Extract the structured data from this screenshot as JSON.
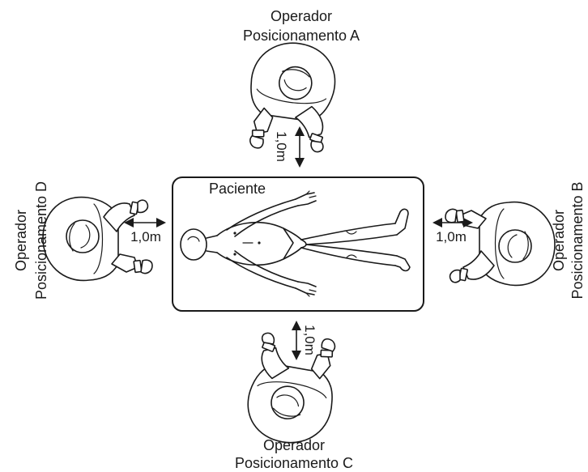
{
  "patient": {
    "label": "Paciente"
  },
  "operators": {
    "a": {
      "line1": "Operador",
      "line2": "Posicionamento A",
      "distance": "1,0m"
    },
    "b": {
      "line1": "Operador",
      "line2": "Posicionamento B",
      "distance": "1,0m"
    },
    "c": {
      "line1": "Operador",
      "line2": "Posicionamento C",
      "distance": "1,0m"
    },
    "d": {
      "line1": "Operador",
      "line2": "Posicionamento D",
      "distance": "1,0m"
    }
  }
}
